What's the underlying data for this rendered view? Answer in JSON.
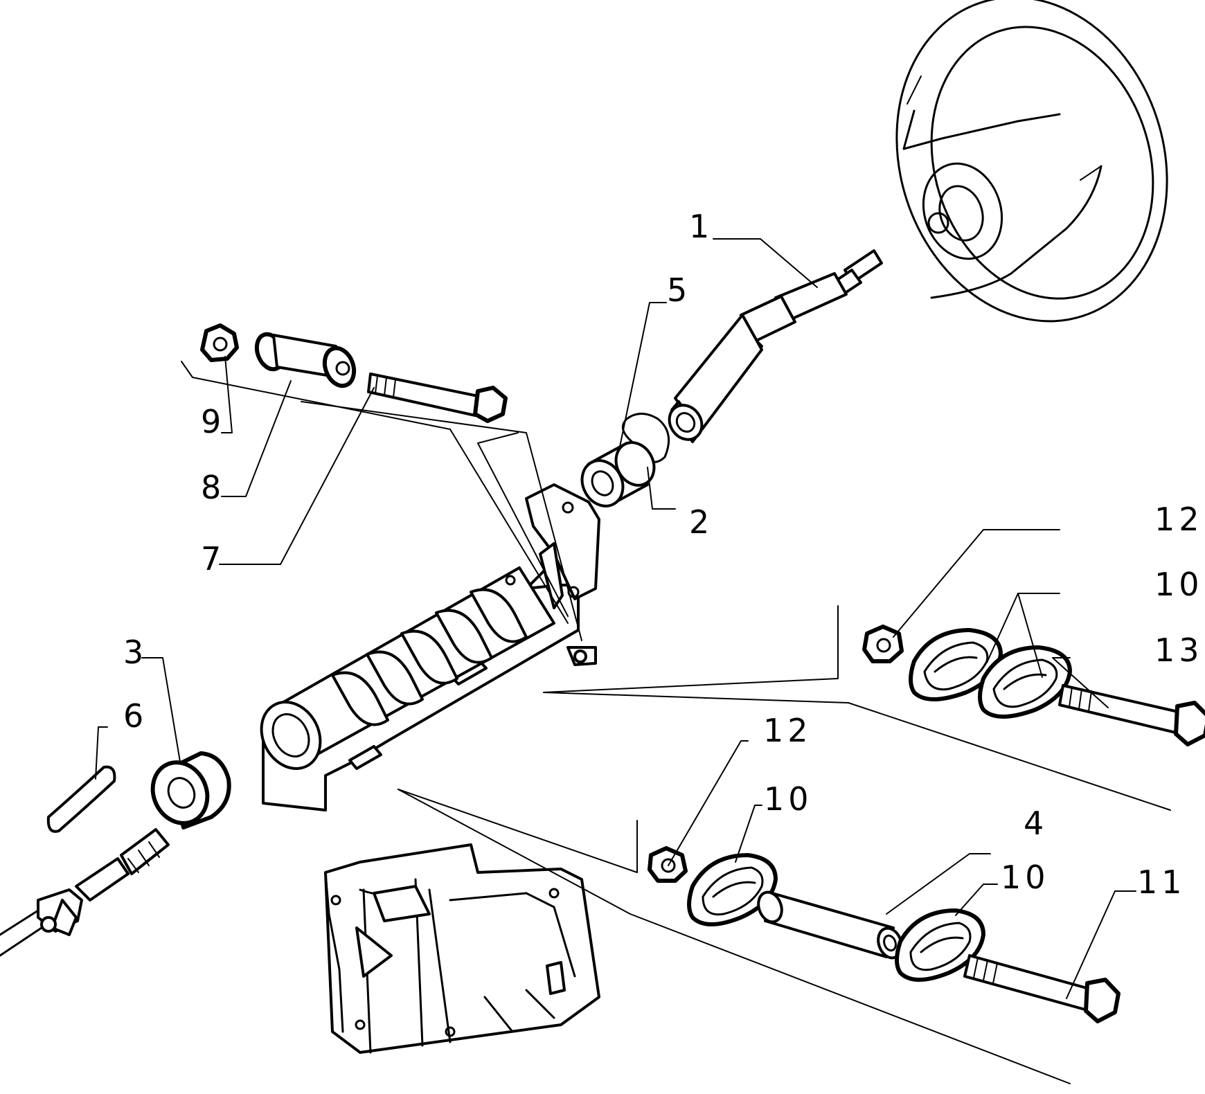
{
  "callouts": {
    "c1": "1",
    "c2": "2",
    "c3": "3",
    "c4": "4",
    "c5": "5",
    "c6": "6",
    "c7": "7",
    "c8": "8",
    "c9": "9",
    "c10a": "10",
    "c10b": "10",
    "c10c": "10",
    "c11": "11",
    "c12a": "12",
    "c12b": "12",
    "c13": "13"
  }
}
